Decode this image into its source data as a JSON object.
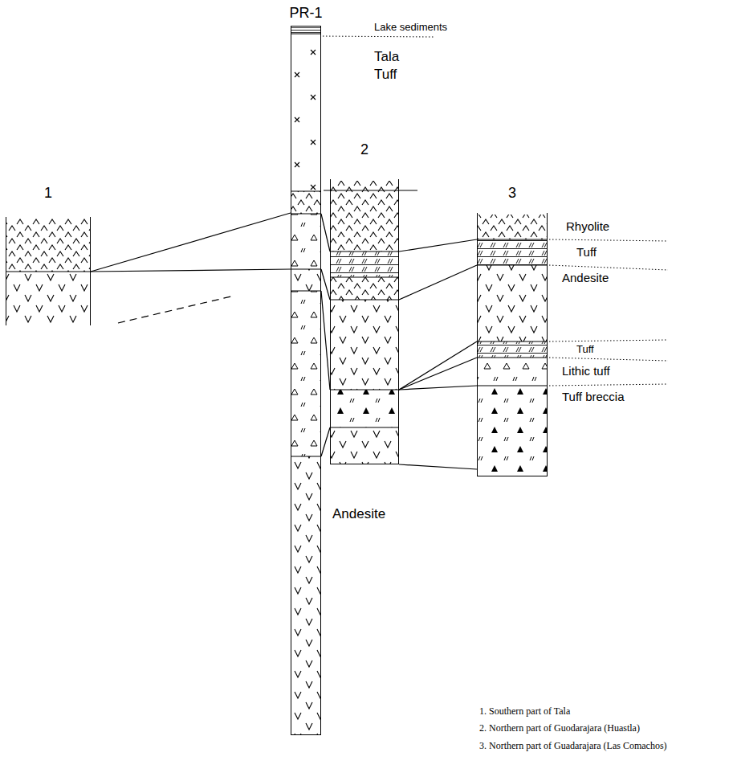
{
  "diagram": {
    "nodes": [
      {
        "text": [
          "1"
        ]
      },
      {
        "text": [
          "PR-1"
        ]
      },
      {
        "text": [
          "2"
        ]
      },
      {
        "text": [
          "3"
        ]
      }
    ],
    "edges": [
      {
        "from": 0,
        "to": 1,
        "arrow": "none"
      },
      {
        "from": 0,
        "to": 1,
        "arrow": "none"
      },
      {
        "from": 1,
        "to": 2,
        "arrow": "none"
      },
      {
        "from": 1,
        "to": 2,
        "arrow": "none"
      },
      {
        "from": 1,
        "to": 2,
        "arrow": "none"
      },
      {
        "from": 1,
        "to": 2,
        "arrow": "none"
      },
      {
        "from": 2,
        "to": 3,
        "arrow": "none"
      },
      {
        "from": 2,
        "to": 3,
        "arrow": "none"
      },
      {
        "from": 2,
        "to": 3,
        "arrow": "none"
      },
      {
        "from": 2,
        "to": 3,
        "arrow": "none"
      },
      {
        "from": 2,
        "to": 3,
        "arrow": "none"
      }
    ],
    "labels": [
      "Lake sediments",
      "Tala Tuff",
      "Rhyolite",
      "Tuff",
      "Andesite",
      "Tuff",
      "Lithic tuff",
      "Tuff breccia",
      "Andesite",
      "1. Southern part of Tala",
      "2. Northern part of Guodarajara (Huastla)",
      "3. Northern part of Guadarajara (Las Comachos)"
    ]
  }
}
